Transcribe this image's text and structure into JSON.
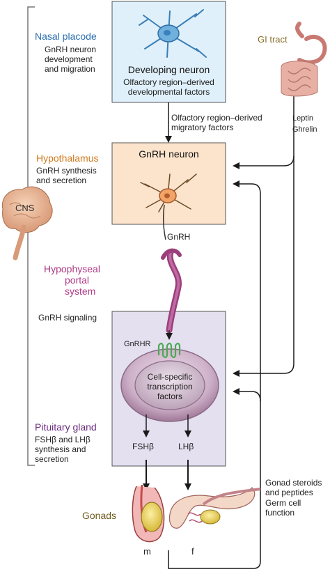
{
  "colors": {
    "nasal_accent": "#2a6fb0",
    "hypothalamus_accent": "#d07a1e",
    "portal_accent": "#b03a88",
    "pituitary_accent": "#6a2a7e",
    "gi_accent": "#8a6d2a",
    "gonads_accent": "#6e5a1e",
    "nasal_box_fill": "#dff0fb",
    "hypothalamus_box_fill": "#fbe3cc",
    "pituitary_box_fill": "#e4e0f0"
  },
  "cns": {
    "label": "CNS",
    "icon": "brain-icon"
  },
  "nasal_placode": {
    "title": "Nasal placode",
    "desc_lines": [
      "GnRH neuron",
      "development",
      "and migration"
    ]
  },
  "developing_neuron_box": {
    "title": "Developing neuron",
    "subtitle_lines": [
      "Olfactory region–derived",
      "developmental factors"
    ]
  },
  "migratory_factors": {
    "lines": [
      "Olfactory region–derived",
      "migratory factors"
    ]
  },
  "gi_tract": {
    "title": "GI tract",
    "hormones": [
      "Leptin",
      "Ghrelin"
    ],
    "icon": "digestive-tract-icon"
  },
  "hypothalamus": {
    "title": "Hypothalamus",
    "desc_lines": [
      "GnRH synthesis",
      "and secretion"
    ]
  },
  "gnrh_neuron_box": {
    "title": "GnRH neuron"
  },
  "gnrh_label": "GnRH",
  "hypophyseal_portal": {
    "lines": [
      "Hypophyseal",
      "portal",
      "system"
    ]
  },
  "gnrh_signaling": "GnRH signaling",
  "gnrhr_label": "GnRHR",
  "transcription": {
    "lines": [
      "Cell-specific",
      "transcription",
      "factors"
    ]
  },
  "pituitary": {
    "title": "Pituitary gland",
    "desc_lines": [
      "FSHβ and LHβ",
      "synthesis and",
      "secretion"
    ]
  },
  "fsh_label": "FSHβ",
  "lh_label": "LHβ",
  "gonads": {
    "title": "Gonads",
    "male_label": "m",
    "female_label": "f"
  },
  "feedback": {
    "lines": [
      "Gonad steroids",
      "and peptides",
      "Germ cell",
      "function"
    ]
  }
}
